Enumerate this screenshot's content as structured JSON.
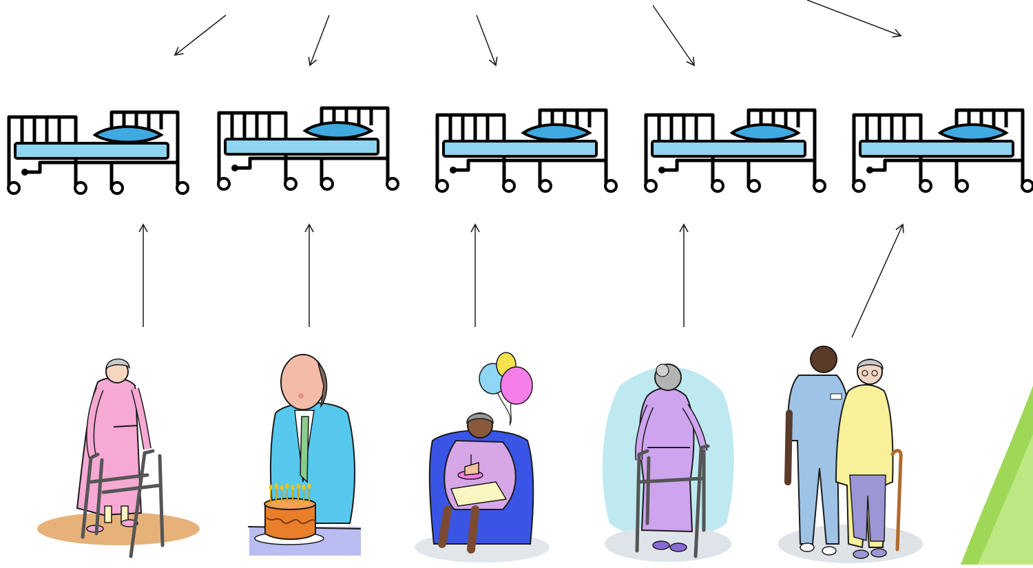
{
  "slide": {
    "background": "#ffffff",
    "accent_green": "#8ed13a"
  },
  "beds": [
    {
      "id": "bed-1",
      "icon": "hospital-bed-icon"
    },
    {
      "id": "bed-2",
      "icon": "hospital-bed-icon"
    },
    {
      "id": "bed-3",
      "icon": "hospital-bed-icon"
    },
    {
      "id": "bed-4",
      "icon": "hospital-bed-icon"
    },
    {
      "id": "bed-5",
      "icon": "hospital-bed-icon"
    }
  ],
  "people": [
    {
      "id": "woman-with-walker",
      "icon": "elderly-woman-walker-icon",
      "colors": {
        "robe": "#f5a9d3",
        "floor": "#e6b27a"
      }
    },
    {
      "id": "man-blowing-candles",
      "icon": "elderly-man-cake-icon",
      "colors": {
        "jacket": "#56c8ee",
        "table": "#b9bdf2",
        "cake": "#e97f2b"
      }
    },
    {
      "id": "woman-in-armchair",
      "icon": "elderly-woman-armchair-balloons-icon",
      "colors": {
        "chair": "#3a55e6",
        "dress": "#d6a6e6",
        "balloon_a": "#8fd7f5",
        "balloon_b": "#f5e14a",
        "balloon_c": "#f57ee8"
      }
    },
    {
      "id": "woman-walker-back",
      "icon": "elderly-woman-walker-back-icon",
      "colors": {
        "robe": "#cfa4ef",
        "backdrop": "#bfe9f0",
        "floor": "#dfe4ea"
      }
    },
    {
      "id": "nurse-and-patient",
      "icon": "nurse-helping-patient-icon",
      "colors": {
        "nurse": "#9fc3e6",
        "patient": "#f8f19a",
        "pants": "#9c97d4"
      }
    }
  ],
  "arrows": {
    "stroke": "#1a1a1a"
  }
}
